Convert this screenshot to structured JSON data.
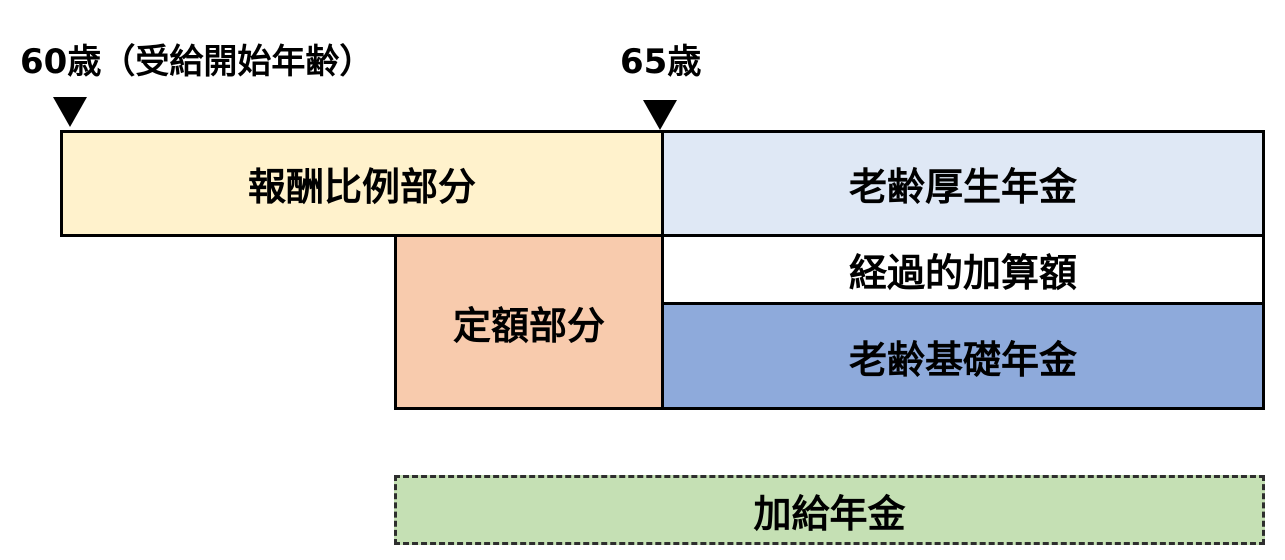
{
  "timeline": {
    "start_label": "60歳（受給開始年齢）",
    "age65_label": "65歳"
  },
  "blocks": {
    "hoshu_hirei": {
      "label": "報酬比例部分",
      "color": "#fff2cc"
    },
    "rorei_kosei": {
      "label": "老齢厚生年金",
      "color": "#dfe8f5"
    },
    "teigaku": {
      "label": "定額部分",
      "color": "#f8cbad"
    },
    "keika_kasan": {
      "label": "経過的加算額",
      "color": "#ffffff"
    },
    "rorei_kiso": {
      "label": "老齢基礎年金",
      "color": "#8eaadb"
    },
    "kakyu": {
      "label": "加給年金",
      "color": "#c5e0b4",
      "border": "dashed"
    }
  }
}
